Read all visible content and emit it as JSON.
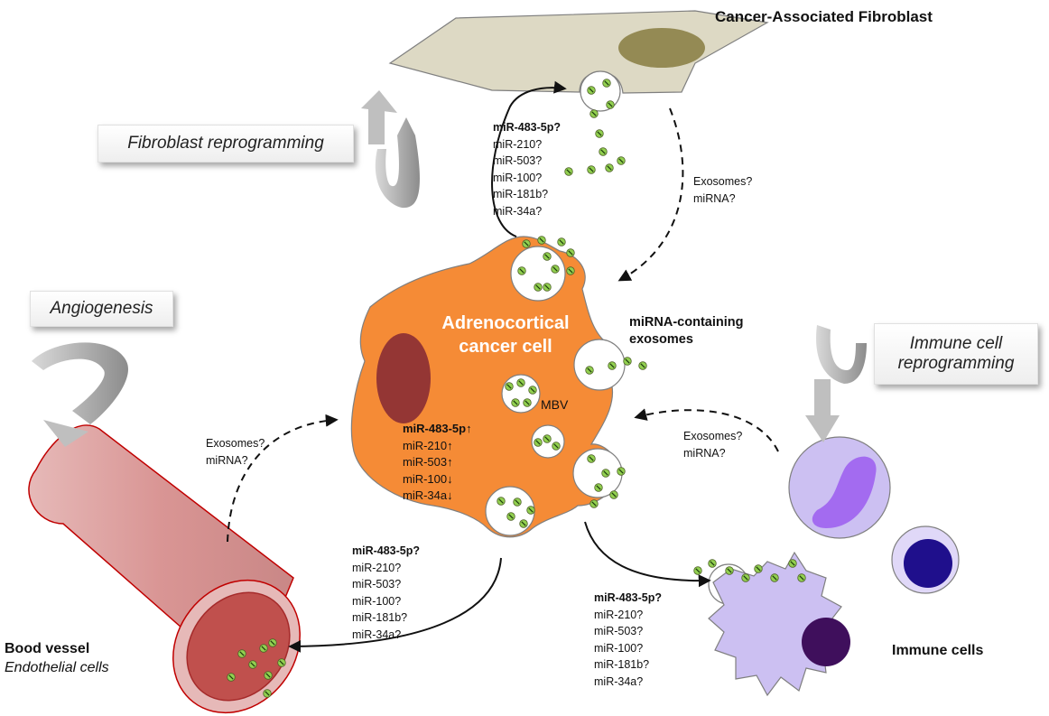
{
  "labels": {
    "caf_title": "Cancer-Associated Fibroblast",
    "tumor_title_line1": "Adrenocortical",
    "tumor_title_line2": "cancer cell",
    "mbv": "MBV",
    "exosomes_line1": "miRNA-containing",
    "exosomes_line2": "exosomes",
    "vessel_title": "Bood vessel",
    "vessel_subtitle": "Endothelial cells",
    "immune_title": "Immune cells"
  },
  "process_boxes": {
    "fibroblast": "Fibroblast reprogramming",
    "angiogenesis": "Angiogenesis",
    "immune_line1": "Immune cell",
    "immune_line2": "reprogramming"
  },
  "question_labels": {
    "fibroblast": [
      "Exosomes?",
      "miRNA?"
    ],
    "vessel": [
      "Exosomes?",
      "miRNA?"
    ],
    "immune": [
      "Exosomes?",
      "miRNA?"
    ]
  },
  "mirna_lists": {
    "to_fibroblast": [
      "miR-483-5p?",
      "miR-210?",
      "miR-503?",
      "miR-100?",
      "miR-181b?",
      "miR-34a?"
    ],
    "tumor": [
      "miR-483-5p↑",
      "miR-210↑",
      "miR-503↑",
      "miR-100↓",
      "miR-34a↓"
    ],
    "to_vessel": [
      "miR-483-5p?",
      "miR-210?",
      "miR-503?",
      "miR-100?",
      "miR-181b?",
      "miR-34a?"
    ],
    "to_immune": [
      "miR-483-5p?",
      "miR-210?",
      "miR-503?",
      "miR-100?",
      "miR-181b?",
      "miR-34a?"
    ]
  },
  "colors": {
    "tumor_cell": "#f58b36",
    "tumor_nucleus": "#943634",
    "fibroblast": "#ddd9c4",
    "fibroblast_nucleus": "#948a54",
    "vessel": "#d99594",
    "vessel_inner": "#c0504d",
    "immune_light": "#ccc0f2",
    "immune_purple": "#a36bf0",
    "immune_dark_nucleus": "#1f0f8c",
    "exosome_fill": "#92d050",
    "arrow_grey": "#a6a6a6"
  }
}
